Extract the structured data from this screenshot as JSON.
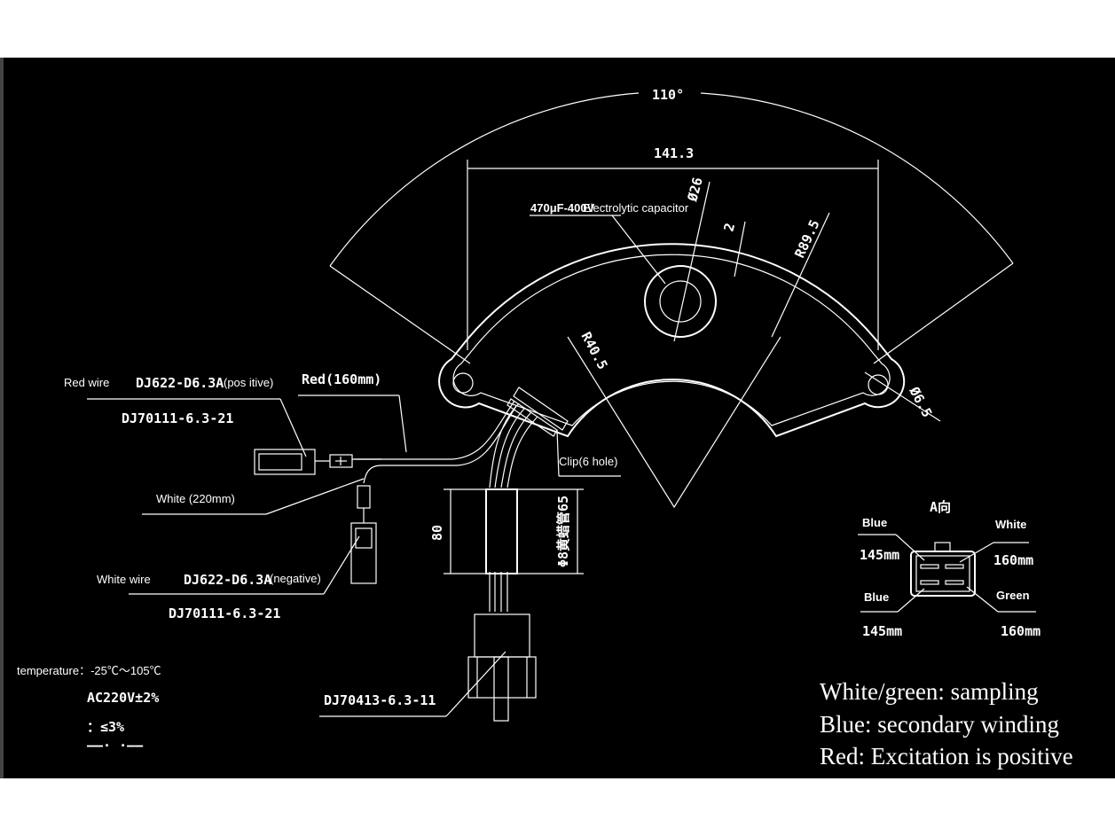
{
  "dimensions": {
    "angle": "110°",
    "width": "141.3",
    "cap_diameter": "Ø26",
    "gap": "2",
    "outer_radius": "R89.5",
    "inner_radius": "R40.5",
    "hole_diameter": "Ø6.5",
    "tube_length": "80",
    "tube_label": "Φ8黄蜡管65"
  },
  "capacitor": {
    "value": "470μF-400V",
    "label": "Electrolytic capacitor"
  },
  "red_wire": {
    "prefix": "Red wire",
    "part": "DJ622-D6.3A",
    "note": "(pos itive)",
    "terminal": "DJ70111-6.3-21",
    "length": "Red(160mm)"
  },
  "white_wire": {
    "prefix": "White wire",
    "part": "DJ622-D6.3A",
    "note": "(negative)",
    "terminal": "DJ70111-6.3-21",
    "length": "White (220mm)"
  },
  "clip": "Clip(6 hole)",
  "connector_part": "DJ70413-6.3-11",
  "connector_view": {
    "title": "A向",
    "pins": [
      {
        "color": "Blue",
        "length": "145mm"
      },
      {
        "color": "White",
        "length": "160mm"
      },
      {
        "color": "Blue",
        "length": "145mm"
      },
      {
        "color": "Green",
        "length": "160mm"
      }
    ]
  },
  "specs": {
    "temperature": "temperature：-25℃～105℃",
    "voltage": "AC220V±2%",
    "regulation": "：≤3%",
    "cut": "――· ·――"
  },
  "legend": [
    "White/green: sampling",
    "Blue: secondary winding",
    "Red: Excitation is positive"
  ]
}
